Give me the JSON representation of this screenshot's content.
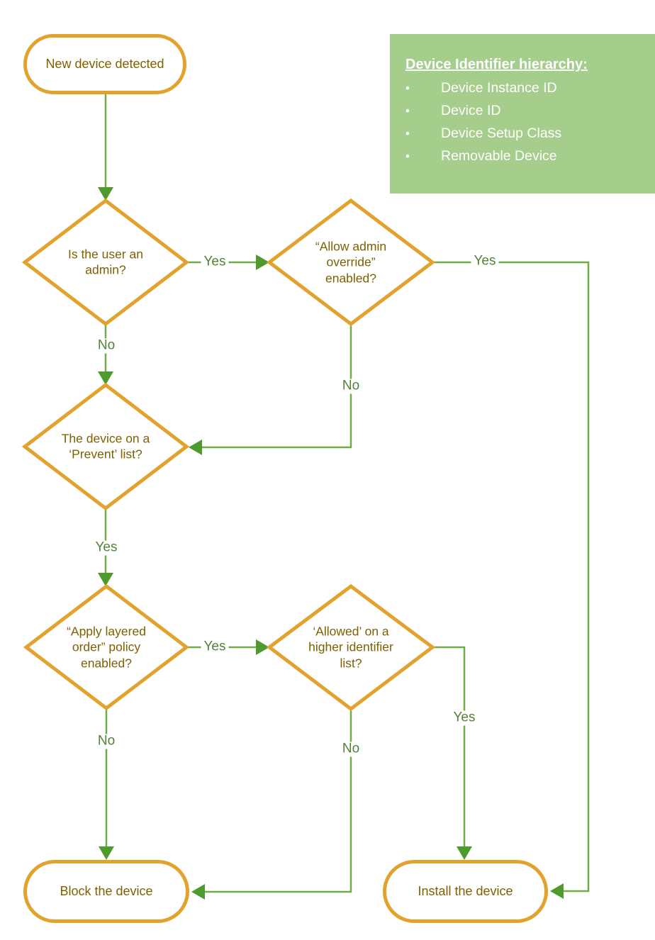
{
  "diagram_type": "flowchart",
  "colors": {
    "shape_outline": "#E1A32E",
    "shape_text": "#7F6000",
    "connector_line": "#70AD47",
    "arrowhead": "#4E9A2E",
    "edge_label_text": "#538135",
    "legend_background": "#A5CE8C",
    "legend_text": "#FFFFFF"
  },
  "nodes": {
    "start": {
      "type": "terminator",
      "label": "New device detected"
    },
    "decision_admin": {
      "type": "decision",
      "label": "Is the user an admin?"
    },
    "decision_override": {
      "type": "decision",
      "label": "“Allow admin override” enabled?"
    },
    "decision_prevent": {
      "type": "decision",
      "label": "The device on a ‘Prevent’ list?"
    },
    "decision_layered": {
      "type": "decision",
      "label": "“Apply layered order” policy enabled?"
    },
    "decision_allowed": {
      "type": "decision",
      "label": "‘Allowed’ on a higher identifier list?"
    },
    "end_block": {
      "type": "terminator",
      "label": "Block the device"
    },
    "end_install": {
      "type": "terminator",
      "label": "Install the device"
    }
  },
  "legend": {
    "title": "Device Identifier hierarchy:",
    "bullet_glyph": "•",
    "items": [
      "Device Instance ID",
      "Device ID",
      "Device Setup Class",
      "Removable Device"
    ]
  },
  "edge_labels": {
    "admin_yes": "Yes",
    "admin_no": "No",
    "override_yes": "Yes",
    "override_no": "No",
    "prevent_yes": "Yes",
    "layered_yes": "Yes",
    "layered_no": "No",
    "allowed_yes": "Yes",
    "allowed_no": "No"
  }
}
